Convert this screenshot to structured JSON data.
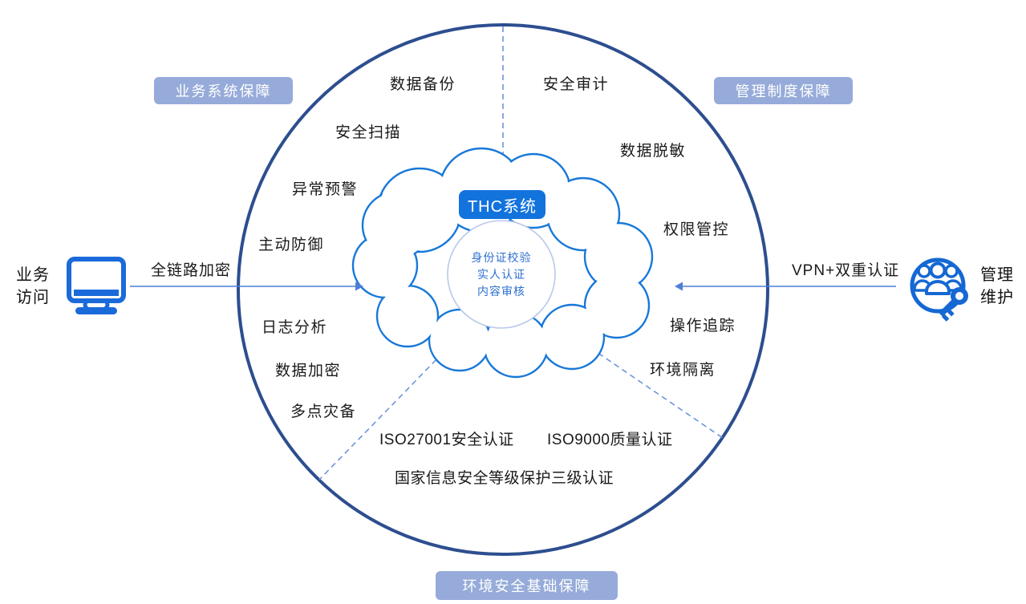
{
  "center": {
    "system_badge": "THC系统",
    "core_lines": [
      "身份证校验",
      "实人认证",
      "内容审核"
    ]
  },
  "sections": {
    "business": {
      "badge": "业务系统保障",
      "items": [
        "数据备份",
        "安全扫描",
        "异常预警",
        "主动防御",
        "日志分析",
        "数据加密",
        "多点灾备"
      ]
    },
    "management": {
      "badge": "管理制度保障",
      "items": [
        "安全审计",
        "数据脱敏",
        "权限管控",
        "操作追踪",
        "环境隔离"
      ]
    },
    "environment": {
      "badge": "环境安全基础保障",
      "items": [
        "ISO27001安全认证",
        "ISO9000质量认证",
        "国家信息安全等级保护三级认证"
      ]
    }
  },
  "left_actor": {
    "lines": [
      "业务",
      "访问"
    ],
    "arrow_label": "全链路加密",
    "icon": "monitor-icon"
  },
  "right_actor": {
    "lines": [
      "管理",
      "维护"
    ],
    "arrow_label": "VPN+双重认证",
    "icon": "admin-users-key-icon"
  },
  "colors": {
    "outer_ring": "#2d4e8f",
    "cloud_stroke": "#1778d9",
    "system_badge_bg": "#1373dd",
    "section_badge_bg": "#96abd9",
    "arrow": "#4d7fd6",
    "sector_divider": "#6d95da",
    "core_text": "#2e6fd0",
    "core_circle": "#b9c9ea",
    "label_text": "#1a1a1a",
    "icon_blue": "#1b6ada"
  }
}
